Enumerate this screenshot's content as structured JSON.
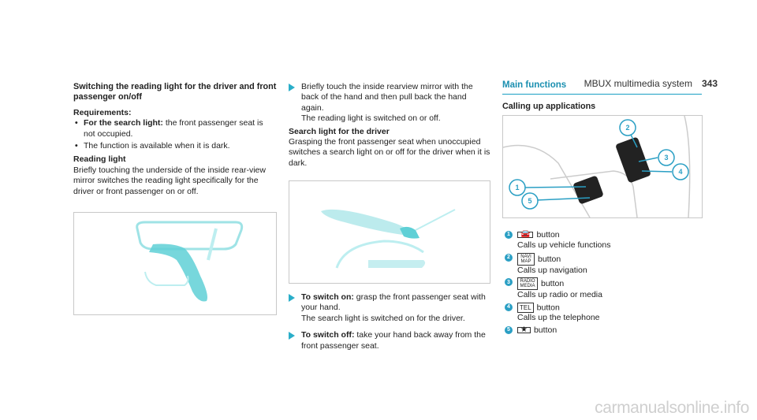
{
  "header": {
    "title": "MBUX multimedia system",
    "page": "343"
  },
  "left": {
    "heading": "Switching the reading light for the driver and front passenger on/off",
    "requirements_label": "Requirements:",
    "req1_bold": "For the search light:",
    "req1_text": " the front passenger seat is not occupied.",
    "req2_text": "The function is available when it is dark.",
    "reading_heading": "Reading light",
    "reading_text": "Briefly touching the underside of the inside rear-view mirror switches the reading light specifically for the driver or front passenger on or off."
  },
  "middle": {
    "step1": "Briefly touch the inside rearview mirror with the back of the hand and then pull back the hand again.",
    "step1b": "The reading light is switched on or off.",
    "search_heading": "Search light for the driver",
    "search_text": "Grasping the front passenger seat when unoccupied switches a search light on or off for the driver when it is dark.",
    "on_bold": "To switch on:",
    "on_text": " grasp the front passenger seat with your hand.",
    "on_text2": "The search light is switched on for the driver.",
    "off_bold": "To switch off:",
    "off_text": " take your hand back away from the front passenger seat."
  },
  "right": {
    "section_title": "Main functions",
    "sub_title": "Calling up applications",
    "items": [
      {
        "n": "1",
        "key": "🚘",
        "label": "button",
        "desc": "Calls up vehicle functions"
      },
      {
        "n": "2",
        "key": "NAVI MAP",
        "label": "button",
        "desc": "Calls up navigation"
      },
      {
        "n": "3",
        "key": "RADIO MEDIA",
        "label": "button",
        "desc": "Calls up radio or media"
      },
      {
        "n": "4",
        "key": "TEL",
        "label": "button",
        "desc": "Calls up the telephone"
      },
      {
        "n": "5",
        "key": "★",
        "label": "button",
        "desc": ""
      }
    ]
  },
  "watermark": "carmanualsonline.info",
  "colors": {
    "accent": "#1a9fc4",
    "illustration": "#5fd0d6"
  }
}
